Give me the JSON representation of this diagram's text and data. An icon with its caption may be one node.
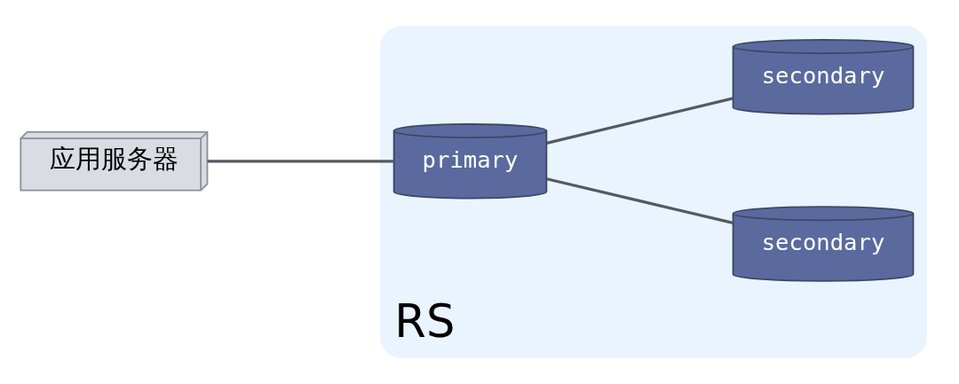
{
  "diagram": {
    "nodes": [
      {
        "text": [
          "RS"
        ]
      },
      {
        "text": [
          "应用服务器"
        ]
      },
      {
        "text": [
          "primary"
        ],
        "in": 0
      },
      {
        "text": [
          "secondary"
        ],
        "in": 0
      },
      {
        "text": [
          "secondary"
        ],
        "in": 0
      }
    ],
    "edges": [
      {
        "from": 1,
        "to": 2,
        "arrow": "none"
      },
      {
        "from": 2,
        "to": 3,
        "arrow": "none"
      },
      {
        "from": 2,
        "to": 4,
        "arrow": "none"
      }
    ]
  }
}
